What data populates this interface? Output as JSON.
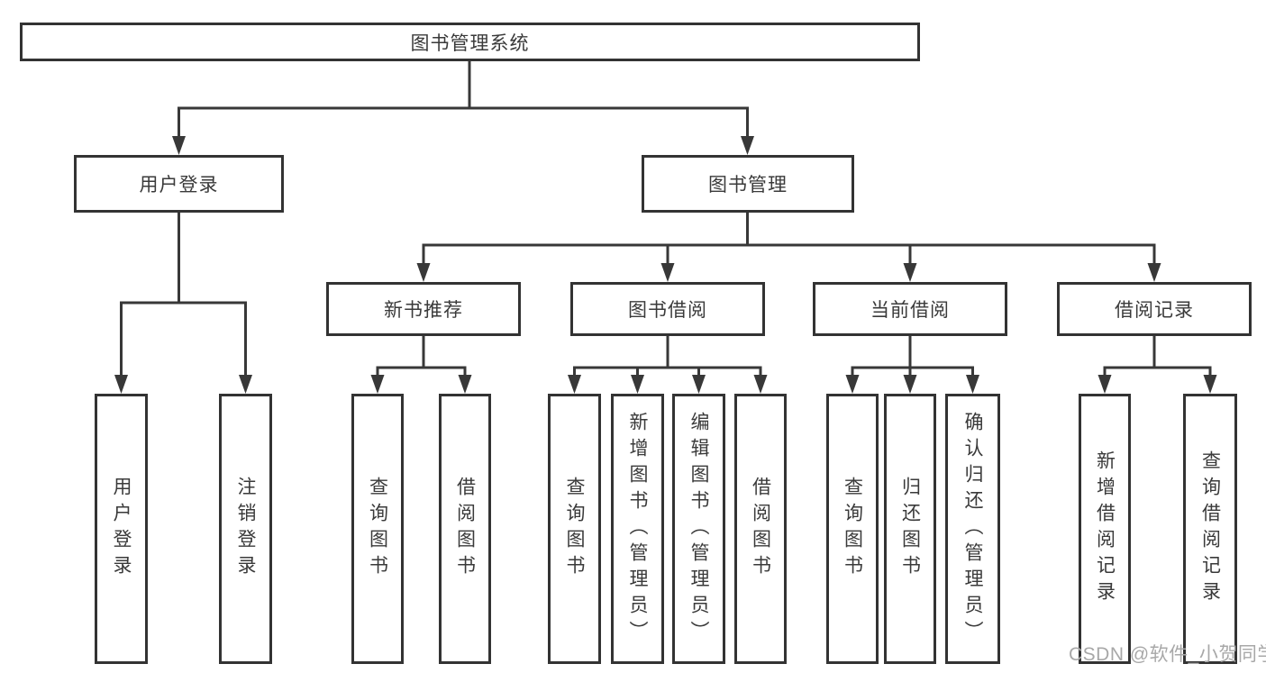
{
  "colors": {
    "line": "#383838",
    "box_border": "#333333",
    "text": "#3a3a3a",
    "watermark": "#a8a8a8",
    "background": "#ffffff"
  },
  "watermark": {
    "text": "CSDN @软件_小贺同学"
  },
  "tree": {
    "root": {
      "label": "图书管理系统"
    },
    "level2": {
      "user_login": {
        "label": "用户登录"
      },
      "book_management": {
        "label": "图书管理"
      }
    },
    "level3": {
      "new_book_recommend": {
        "label": "新书推荐"
      },
      "book_borrowing": {
        "label": "图书借阅"
      },
      "current_borrowing": {
        "label": "当前借阅"
      },
      "borrowing_records": {
        "label": "借阅记录"
      }
    },
    "leaves": {
      "user_login": [
        "用户登录",
        "注销登录"
      ],
      "new_book_recommend": [
        "查询图书",
        "借阅图书"
      ],
      "book_borrowing": [
        "查询图书",
        "新增图书（管理员）",
        "编辑图书（管理员）",
        "借阅图书"
      ],
      "current_borrowing": [
        "查询图书",
        "归还图书",
        "确认归还（管理员）"
      ],
      "borrowing_records": [
        "新增借阅记录",
        "查询借阅记录"
      ]
    }
  }
}
